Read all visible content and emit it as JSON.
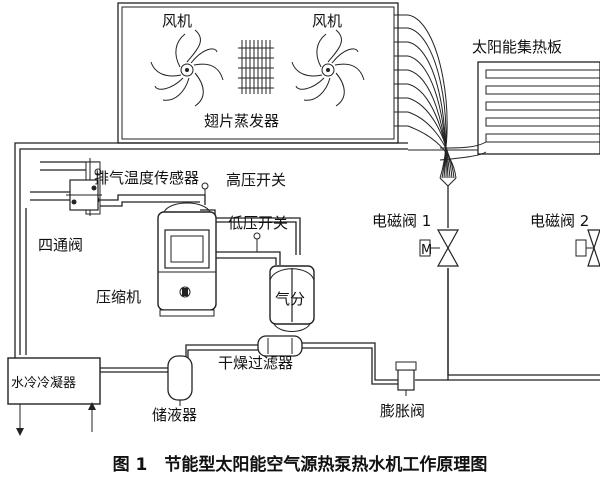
{
  "labels": {
    "fan_left": "风机",
    "fan_right": "风机",
    "evaporator": "翅片蒸发器",
    "solar_collector": "太阳能集热板",
    "exhaust_sensor": "排气温度传感器",
    "high_pressure_switch": "高压开关",
    "low_pressure_switch": "低压开关",
    "four_way_valve": "四通阀",
    "compressor": "压缩机",
    "gas_liquid_separator": "气分",
    "solenoid_valve_1": "电磁阀 1",
    "solenoid_valve_2": "电磁阀 2",
    "dry_filter": "干燥过滤器",
    "water_condenser": "水冷冷凝器",
    "liquid_receiver": "储液器",
    "expansion_valve": "膨胀阀"
  },
  "caption": "图 1　节能型太阳能空气源热泵热水机工作原理图"
}
